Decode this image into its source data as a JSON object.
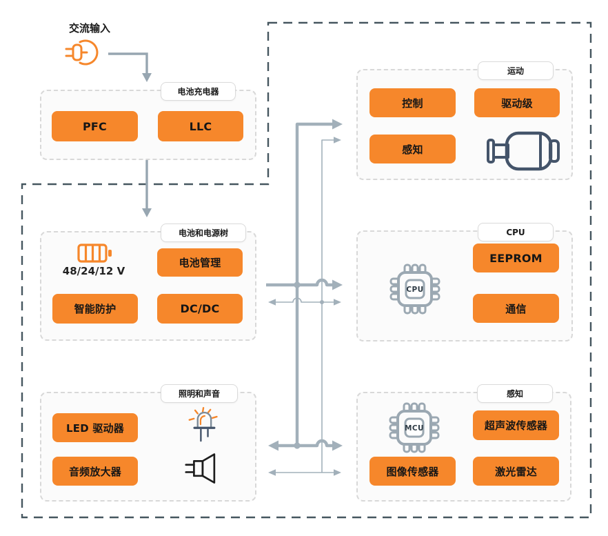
{
  "colors": {
    "accent": "#f6872b",
    "ink": "#1a1a1a",
    "bus": "#a2b0ba",
    "arrow": "#97a6b1",
    "frame": "#45565f",
    "slate": "#44546a",
    "chip": "#9ba8b2",
    "speaker": "#1d1d1d",
    "ledgray": "#7e8c99"
  },
  "icons": {
    "ac": "ac-plug-icon",
    "battery": "battery-icon",
    "motor": "motor-icon",
    "cpu_chip": "cpu-chip-icon",
    "mcu_chip": "mcu-chip-icon",
    "led": "led-icon",
    "speaker": "speaker-icon"
  },
  "ac_input": {
    "label": "交流输入"
  },
  "groups": {
    "charger": {
      "tab": "电池充电器",
      "pfc": "PFC",
      "llc": "LLC"
    },
    "power_tree": {
      "tab": "电池和电源树",
      "voltage": "48/24/12 V",
      "battery_mgmt": "电池管理",
      "smart_protection": "智能防护",
      "dcdc": "DC/DC"
    },
    "lighting_sound": {
      "tab": "照明和声音",
      "led_driver": "LED 驱动器",
      "audio_amp": "音频放大器"
    },
    "motion": {
      "tab": "运动",
      "control": "控制",
      "drive_stage": "驱动级",
      "sensing": "感知"
    },
    "cpu": {
      "tab": "CPU",
      "chip": "CPU",
      "eeprom": "EEPROM",
      "comm": "通信"
    },
    "perception": {
      "tab": "感知",
      "chip": "MCU",
      "ultrasonic": "超声波传感器",
      "image_sensor": "图像传感器",
      "lidar": "激光雷达"
    }
  }
}
